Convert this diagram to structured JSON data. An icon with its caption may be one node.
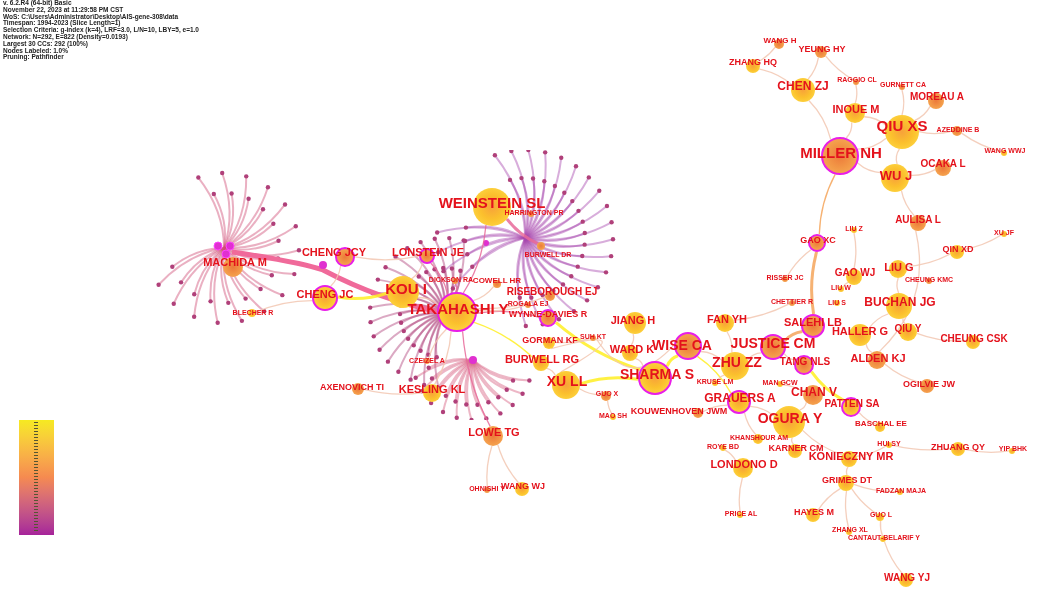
{
  "diagram": {
    "nodes": [
      {
        "text": [
          "WEINSTEIN SL"
        ]
      },
      {
        "text": [
          "HARRINGTON PR"
        ]
      },
      {
        "text": [
          "BURWELL DR"
        ]
      },
      {
        "text": [
          "CHENG JCY"
        ]
      },
      {
        "text": [
          "LONSTEIN JE"
        ]
      },
      {
        "text": [
          "MACHIDA M"
        ]
      },
      {
        "text": [
          "KOU I"
        ]
      },
      {
        "text": [
          "CHENG JC"
        ]
      },
      {
        "text": [
          "COWELL HR"
        ]
      },
      {
        "text": [
          "DICKSON RA"
        ]
      },
      {
        "text": [
          "RISEBOROUGH EJ"
        ]
      },
      {
        "text": [
          "TAKAHASHI Y"
        ]
      },
      {
        "text": [
          "ROGALA EJ"
        ]
      },
      {
        "text": [
          "WYNNE-DAVIES R"
        ]
      },
      {
        "text": [
          "BLECHER R"
        ]
      },
      {
        "text": [
          "GORMAN KF"
        ]
      },
      {
        "text": [
          "SUH KT"
        ]
      },
      {
        "text": [
          "JIANG H"
        ]
      },
      {
        "text": [
          "WARD K"
        ]
      },
      {
        "text": [
          "CZEIZEL A"
        ]
      },
      {
        "text": [
          "BURWELL RG"
        ]
      },
      {
        "text": [
          "XU LL"
        ]
      },
      {
        "text": [
          "SHARMA S"
        ]
      },
      {
        "text": [
          "WISE CA"
        ]
      },
      {
        "text": [
          "AXENOVICH TI"
        ]
      },
      {
        "text": [
          "KESLING KL"
        ]
      },
      {
        "text": [
          "GUO X"
        ]
      },
      {
        "text": [
          "MAO SH"
        ]
      },
      {
        "text": [
          "KOUWENHOVEN JWM"
        ]
      },
      {
        "text": [
          "LOWE TG"
        ]
      },
      {
        "text": [
          "OHNISHI Y"
        ]
      },
      {
        "text": [
          "WANG WJ"
        ]
      },
      {
        "text": [
          "WANG H"
        ]
      },
      {
        "text": [
          "YEUNG HY"
        ]
      },
      {
        "text": [
          "ZHANG HQ"
        ]
      },
      {
        "text": [
          "RAGGIO CL"
        ]
      },
      {
        "text": [
          "GURNETT CA"
        ]
      },
      {
        "text": [
          "CHEN ZJ"
        ]
      },
      {
        "text": [
          "MOREAU A"
        ]
      },
      {
        "text": [
          "INOUE M"
        ]
      },
      {
        "text": [
          "QIU XS"
        ]
      },
      {
        "text": [
          "AZEDDINE B"
        ]
      },
      {
        "text": [
          "WANG WWJ"
        ]
      },
      {
        "text": [
          "MILLER NH"
        ]
      },
      {
        "text": [
          "WU J"
        ]
      },
      {
        "text": [
          "OCAKA L"
        ]
      },
      {
        "text": [
          "AULISA L"
        ]
      },
      {
        "text": [
          "LIU Z"
        ]
      },
      {
        "text": [
          "XU JF"
        ]
      },
      {
        "text": [
          "GAO XC"
        ]
      },
      {
        "text": [
          "QIN XD"
        ]
      },
      {
        "text": [
          "LIU G"
        ]
      },
      {
        "text": [
          "GAO WJ"
        ]
      },
      {
        "text": [
          "RISSER JC"
        ]
      },
      {
        "text": [
          "CHEUNG KMC"
        ]
      },
      {
        "text": [
          "LIU W"
        ]
      },
      {
        "text": [
          "CHETTIER R"
        ]
      },
      {
        "text": [
          "LIU S"
        ]
      },
      {
        "text": [
          "BUCHAN JG"
        ]
      },
      {
        "text": [
          "FAN YH"
        ]
      },
      {
        "text": [
          "SALEHI LB"
        ]
      },
      {
        "text": [
          "HALLER G"
        ]
      },
      {
        "text": [
          "QIU Y"
        ]
      },
      {
        "text": [
          "JUSTICE CM"
        ]
      },
      {
        "text": [
          "CHEUNG CSK"
        ]
      },
      {
        "text": [
          "ZHU ZZ"
        ]
      },
      {
        "text": [
          "TANG NLS"
        ]
      },
      {
        "text": [
          "ALDEN KJ"
        ]
      },
      {
        "text": [
          "KRUSE LM"
        ]
      },
      {
        "text": [
          "MAN GCW"
        ]
      },
      {
        "text": [
          "OGILVIE JW"
        ]
      },
      {
        "text": [
          "CHAN V"
        ]
      },
      {
        "text": [
          "GRAUERS A"
        ]
      },
      {
        "text": [
          "PATTEN SA"
        ]
      },
      {
        "text": [
          "OGURA Y"
        ]
      },
      {
        "text": [
          "BASCHAL EE"
        ]
      },
      {
        "text": [
          "KHANSHOUR AM"
        ]
      },
      {
        "text": [
          "HUI SY"
        ]
      },
      {
        "text": [
          "ROYE BD"
        ]
      },
      {
        "text": [
          "KARNER CM"
        ]
      },
      {
        "text": [
          "ZHUANG QY"
        ]
      },
      {
        "text": [
          "YIP BHK"
        ]
      },
      {
        "text": [
          "KONIECZNY MR"
        ]
      },
      {
        "text": [
          "LONDONO D"
        ]
      },
      {
        "text": [
          "GRIMES DT"
        ]
      },
      {
        "text": [
          "FADZAN MAJA"
        ]
      },
      {
        "text": [
          "HAYES M"
        ]
      },
      {
        "text": [
          "PRICE AL"
        ]
      },
      {
        "text": [
          "GUO L"
        ]
      },
      {
        "text": [
          "ZHANG XL"
        ]
      },
      {
        "text": [
          "CANTAUT-BELARIF Y"
        ]
      },
      {
        "text": [
          "WANG YJ"
        ]
      }
    ],
    "edges": [
      {
        "from": 43,
        "to": 37,
        "arrow": "none"
      },
      {
        "from": 43,
        "to": 39,
        "arrow": "none"
      },
      {
        "from": 43,
        "to": 40,
        "arrow": "none"
      },
      {
        "from": 43,
        "to": 44,
        "arrow": "none"
      },
      {
        "from": 40,
        "to": 39,
        "arrow": "none"
      },
      {
        "from": 40,
        "to": 44,
        "arrow": "none"
      },
      {
        "from": 40,
        "to": 38,
        "arrow": "none"
      },
      {
        "from": 40,
        "to": 36,
        "arrow": "none"
      },
      {
        "from": 40,
        "to": 41,
        "arrow": "none"
      },
      {
        "from": 41,
        "to": 42,
        "arrow": "none"
      },
      {
        "from": 39,
        "to": 35,
        "arrow": "none"
      },
      {
        "from": 37,
        "to": 34,
        "arrow": "none"
      },
      {
        "from": 37,
        "to": 33,
        "arrow": "none"
      },
      {
        "from": 34,
        "to": 32,
        "arrow": "none"
      },
      {
        "from": 33,
        "to": 35,
        "arrow": "none"
      },
      {
        "from": 44,
        "to": 45,
        "arrow": "none"
      },
      {
        "from": 44,
        "to": 46,
        "arrow": "none"
      },
      {
        "from": 46,
        "to": 67,
        "arrow": "none"
      },
      {
        "from": 43,
        "to": 49,
        "arrow": "none",
        "color": "#f5a55a"
      },
      {
        "from": 49,
        "to": 60,
        "arrow": "none",
        "style": "thick",
        "color": "#f5a55a"
      },
      {
        "from": 49,
        "to": 53,
        "arrow": "none"
      },
      {
        "from": 52,
        "to": 47,
        "arrow": "none"
      },
      {
        "from": 52,
        "to": 55,
        "arrow": "none"
      },
      {
        "from": 51,
        "to": 50,
        "arrow": "none"
      },
      {
        "from": 50,
        "to": 48,
        "arrow": "none"
      },
      {
        "from": 51,
        "to": 58,
        "arrow": "none"
      },
      {
        "from": 58,
        "to": 61,
        "arrow": "none"
      },
      {
        "from": 58,
        "to": 62,
        "arrow": "none"
      },
      {
        "from": 62,
        "to": 64,
        "arrow": "none"
      },
      {
        "from": 60,
        "to": 63,
        "arrow": "none",
        "style": "thick",
        "color": "#f5a55a"
      },
      {
        "from": 63,
        "to": 65,
        "arrow": "none"
      },
      {
        "from": 63,
        "to": 66,
        "arrow": "none"
      },
      {
        "from": 65,
        "to": 23,
        "arrow": "none"
      },
      {
        "from": 23,
        "to": 22,
        "arrow": "none",
        "style": "thick",
        "color": "#ffee22"
      },
      {
        "from": 22,
        "to": 21,
        "arrow": "none",
        "style": "thick",
        "color": "#ffee22"
      },
      {
        "from": 21,
        "to": 20,
        "arrow": "none"
      },
      {
        "from": 22,
        "to": 18,
        "arrow": "none"
      },
      {
        "from": 18,
        "to": 17,
        "arrow": "none"
      },
      {
        "from": 66,
        "to": 73,
        "arrow": "none",
        "style": "thick",
        "color": "#ffee22"
      },
      {
        "from": 73,
        "to": 75,
        "arrow": "none"
      },
      {
        "from": 74,
        "to": 71,
        "arrow": "none"
      },
      {
        "from": 74,
        "to": 72,
        "arrow": "none"
      },
      {
        "from": 72,
        "to": 23,
        "arrow": "none",
        "color": "#ffee22"
      },
      {
        "from": 74,
        "to": 79,
        "arrow": "none"
      },
      {
        "from": 74,
        "to": 82,
        "arrow": "none"
      },
      {
        "from": 82,
        "to": 84,
        "arrow": "none"
      },
      {
        "from": 84,
        "to": 86,
        "arrow": "none"
      },
      {
        "from": 84,
        "to": 89,
        "arrow": "none"
      },
      {
        "from": 84,
        "to": 88,
        "arrow": "none"
      },
      {
        "from": 88,
        "to": 90,
        "arrow": "none"
      },
      {
        "from": 90,
        "to": 91,
        "arrow": "none"
      },
      {
        "from": 84,
        "to": 85,
        "arrow": "none"
      },
      {
        "from": 82,
        "to": 77,
        "arrow": "none"
      },
      {
        "from": 77,
        "to": 80,
        "arrow": "none"
      },
      {
        "from": 80,
        "to": 81,
        "arrow": "none"
      },
      {
        "from": 83,
        "to": 87,
        "arrow": "none"
      },
      {
        "from": 83,
        "to": 78,
        "arrow": "none"
      },
      {
        "from": 72,
        "to": 76,
        "arrow": "none"
      },
      {
        "from": 72,
        "to": 28,
        "arrow": "none"
      },
      {
        "from": 71,
        "to": 69,
        "arrow": "none"
      },
      {
        "from": 61,
        "to": 67,
        "arrow": "none"
      },
      {
        "from": 67,
        "to": 70,
        "arrow": "none"
      },
      {
        "from": 65,
        "to": 59,
        "arrow": "none"
      },
      {
        "from": 59,
        "to": 56,
        "arrow": "none"
      },
      {
        "from": 65,
        "to": 68,
        "arrow": "none"
      },
      {
        "from": 13,
        "to": 11,
        "arrow": "none",
        "color": "#e86a9a"
      },
      {
        "from": 13,
        "to": 22,
        "arrow": "none",
        "style": "thick",
        "color": "#ffee22"
      },
      {
        "from": 11,
        "to": 6,
        "arrow": "none"
      },
      {
        "from": 11,
        "to": 0,
        "arrow": "none",
        "color": "#e86a9a"
      },
      {
        "from": 11,
        "to": 4,
        "arrow": "none",
        "color": "#e86a9a"
      },
      {
        "from": 7,
        "to": 3,
        "arrow": "none"
      },
      {
        "from": 7,
        "to": 6,
        "arrow": "none",
        "style": "thick",
        "color": "#ffee22"
      },
      {
        "from": 7,
        "to": 14,
        "arrow": "none"
      },
      {
        "from": 11,
        "to": 29,
        "arrow": "none",
        "color": "#e86a9a"
      },
      {
        "from": 29,
        "to": 31,
        "arrow": "none"
      },
      {
        "from": 29,
        "to": 30,
        "arrow": "none"
      },
      {
        "from": 24,
        "to": 25,
        "arrow": "none"
      },
      {
        "from": 25,
        "to": 11,
        "arrow": "none"
      },
      {
        "from": 21,
        "to": 26,
        "arrow": "none"
      },
      {
        "from": 26,
        "to": 27,
        "arrow": "none"
      },
      {
        "from": 0,
        "to": 1,
        "arrow": "none"
      },
      {
        "from": 0,
        "to": 2,
        "arrow": "none",
        "style": "thick",
        "color": "#e86a9a"
      },
      {
        "from": 11,
        "to": 9,
        "arrow": "none",
        "color": "#e86a9a"
      },
      {
        "from": 11,
        "to": 8,
        "arrow": "none"
      },
      {
        "from": 11,
        "to": 10,
        "arrow": "none"
      },
      {
        "from": 11,
        "to": 12,
        "arrow": "none"
      },
      {
        "from": 11,
        "to": 19,
        "arrow": "none"
      },
      {
        "from": 21,
        "to": 15,
        "arrow": "none"
      },
      {
        "from": 15,
        "to": 16,
        "arrow": "none"
      },
      {
        "from": 16,
        "to": 23,
        "arrow": "none"
      },
      {
        "from": 6,
        "to": 4,
        "arrow": "none"
      },
      {
        "from": 3,
        "to": 4,
        "arrow": "none"
      },
      {
        "from": 20,
        "to": 11,
        "arrow": "none",
        "color": "#ffee22"
      }
    ],
    "labels": [
      "v. 6.2.R4 (64-bit) Basic",
      "November 22, 2023 at 11:29:58 PM CST",
      "WoS: C:\\Users\\Administrator\\Desktop\\AIS-gene-308\\data",
      "Timespan: 1994-2023 (Slice Length=1)",
      "Selection Criteria: g-index (k=4), LRF=3.0, L/N=10, LBY=5, e=1.0",
      "Network: N=292, E=822 (Density=0.0193)",
      "Largest 30 CCs: 292 (100%)",
      "Nodes Labeled: 1.0%",
      "Pruning: Pathfinder"
    ]
  }
}
